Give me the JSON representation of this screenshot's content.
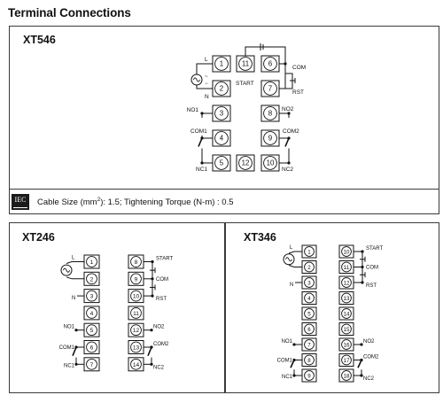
{
  "title": "Terminal Connections",
  "iec": {
    "logo": "IEC",
    "cable_size_label": "Cable Size (mm",
    "cable_unit_sup": "2",
    "cable_rest": "): 1.5; Tightening Torque (N-m) : 0.5"
  },
  "models": [
    {
      "name": "XT546",
      "left_terminals": [
        "1",
        "2",
        "3",
        "4",
        "5"
      ],
      "right_terminals": [
        "6",
        "7",
        "8",
        "9",
        "10"
      ],
      "top_terminal": "11",
      "extra_terminal": "12",
      "labels": {
        "L": "L",
        "N": "N",
        "NO1": "NO1",
        "COM1": "COM1",
        "NC1": "NC1",
        "START": "START",
        "COM": "COM",
        "RST": "RST",
        "NO2": "NO2",
        "COM2": "COM2",
        "NC2": "NC2"
      }
    },
    {
      "name": "XT246",
      "left_terminals": [
        "1",
        "2",
        "3",
        "4",
        "5",
        "6",
        "7"
      ],
      "right_terminals": [
        "8",
        "9",
        "10",
        "11",
        "12",
        "13",
        "14"
      ],
      "labels": {
        "L": "L",
        "N": "N",
        "NO1": "NO1",
        "COM1": "COM1",
        "NC1": "NC1",
        "START": "START",
        "COM": "COM",
        "RST": "RST",
        "NO2": "NO2",
        "COM2": "COM2",
        "NC2": "NC2"
      }
    },
    {
      "name": "XT346",
      "left_terminals": [
        "1",
        "2",
        "3",
        "4",
        "5",
        "6",
        "7",
        "8",
        "9"
      ],
      "right_terminals": [
        "10",
        "11",
        "12",
        "13",
        "14",
        "15",
        "16",
        "17",
        "18"
      ],
      "labels": {
        "L": "L",
        "N": "N",
        "NO1": "NO1",
        "COM1": "COM1",
        "NC1": "NC1",
        "START": "START",
        "COM": "COM",
        "RST": "RST",
        "NO2": "NO2",
        "COM2": "COM2",
        "NC2": "NC2"
      }
    }
  ],
  "colors": {
    "border": "#3a3a3a",
    "wire": "#111111"
  },
  "icons": {
    "ac_source": "ac-source-icon",
    "push_button": "push-button-icon",
    "relay_contact": "relay-contact-icon"
  }
}
